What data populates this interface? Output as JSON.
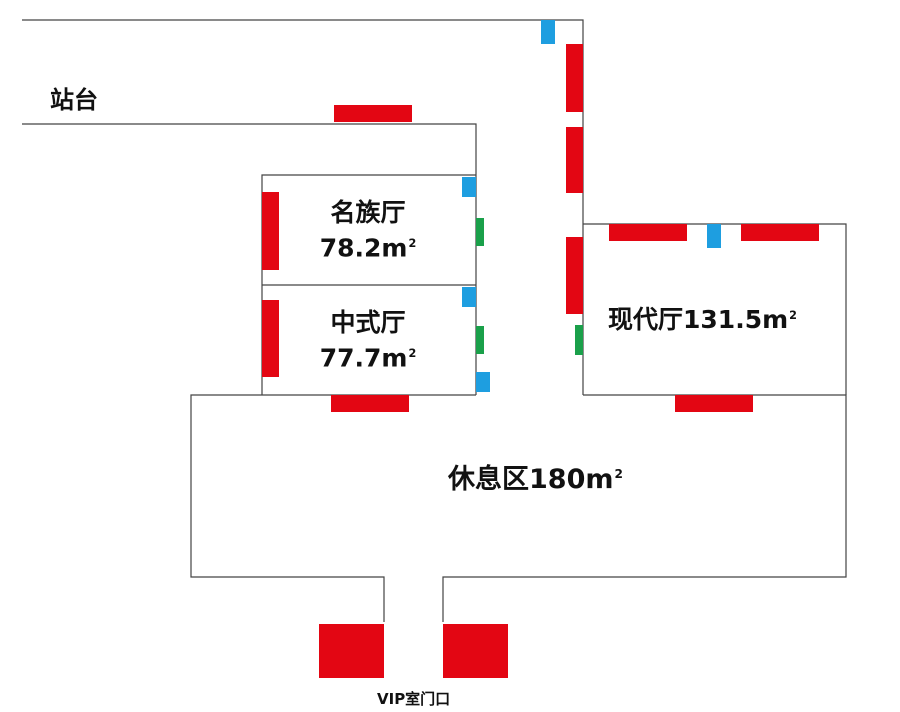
{
  "labels": {
    "platform": "站台",
    "mingzu": {
      "name": "名族厅",
      "area": "78.2",
      "unit": "m",
      "sup": "2"
    },
    "zhongshi": {
      "name": "中式厅",
      "area": "77.7",
      "unit": "m",
      "sup": "2"
    },
    "xiandai": {
      "name": "现代厅",
      "area": "131.5",
      "unit": "m",
      "sup": "2"
    },
    "xiuxi": {
      "name": "休息区",
      "area": "180",
      "unit": "m",
      "sup": "2"
    },
    "entrance": "VIP室门口"
  },
  "colors": {
    "wall": "#444444",
    "red": "#e30613",
    "blue": "#1e9ee0",
    "green": "#1aa04a",
    "text": "#111111"
  },
  "icons": {
    "red": "seat-block-icon",
    "blue": "door-marker-icon",
    "green": "exit-marker-icon"
  }
}
